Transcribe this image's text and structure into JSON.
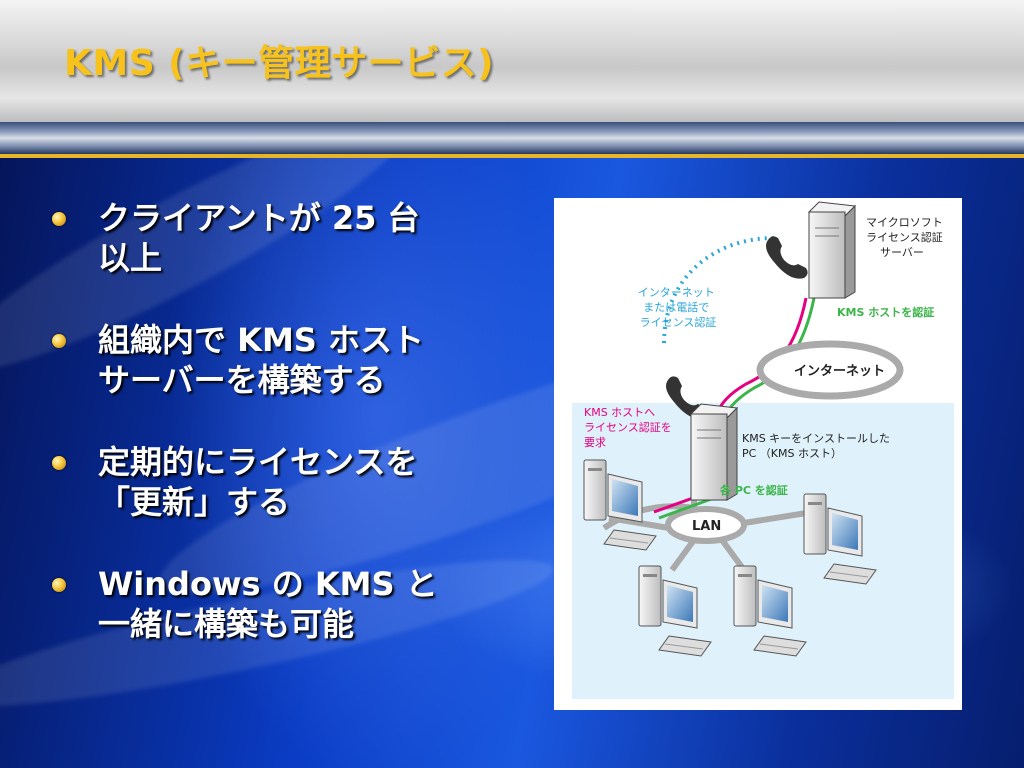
{
  "slide": {
    "title": "KMS (キー管理サービス)",
    "accent_color": "#f6c21b"
  },
  "bullets": [
    {
      "lines": [
        "クライアントが 25 台",
        "以上"
      ]
    },
    {
      "lines": [
        "組織内で KMS ホスト",
        "サーバーを構築する"
      ]
    },
    {
      "lines": [
        "定期的にライセンスを",
        "「更新」する"
      ]
    },
    {
      "lines": [
        "Windows の KMS と",
        "一緒に構築も可能"
      ]
    }
  ],
  "diagram": {
    "ms_server_label": [
      "マイクロソフト",
      "ライセンス認証",
      "サーバー"
    ],
    "kms_auth_label": "KMS ホストを認証",
    "internet_label": "インターネット",
    "phone_label": [
      "インターネット",
      "または電話で",
      "ライセンス認証"
    ],
    "request_label": [
      "KMS ホストへ",
      "ライセンス認証を",
      "要求"
    ],
    "kms_host_label": [
      "KMS キーをインストールした",
      "PC （KMS ホスト）"
    ],
    "pc_auth_label": "各 PC を認証",
    "lan_label": "LAN",
    "icons": [
      "server-icon",
      "phone-icon",
      "pc-icon"
    ],
    "colors": {
      "green": "#3bb54a",
      "pink": "#e4007f",
      "dotted_blue": "#2aa6d8",
      "lan_area": "#dff1fb"
    }
  }
}
